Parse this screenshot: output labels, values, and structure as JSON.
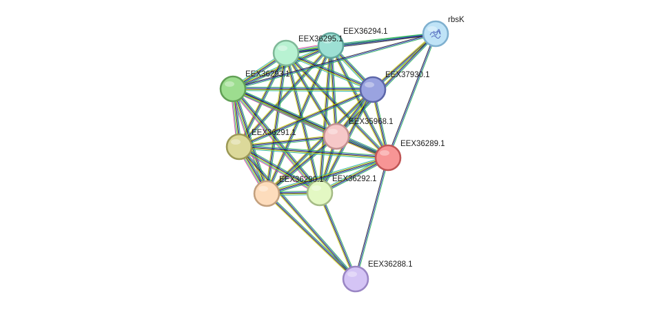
{
  "network": {
    "evidence_colors": [
      "#22b14c",
      "#2a36c8",
      "#1a1a1a",
      "#c8c800",
      "#19b3b3",
      "#e0348c"
    ],
    "nodes": [
      {
        "id": "EEX36294.1",
        "label": "EEX36294.1",
        "fill": "#9de0d4",
        "stroke": "#5fa79c",
        "has_structure": false
      },
      {
        "id": "EEX36295.1",
        "label": "EEX36295.1",
        "fill": "#b8f2d2",
        "stroke": "#7fb898",
        "has_structure": false
      },
      {
        "id": "rbsK",
        "label": "rbsK",
        "fill": "#bfe3f7",
        "stroke": "#7fb0cf",
        "has_structure": true
      },
      {
        "id": "EEX36293.1",
        "label": "EEX36293.1",
        "fill": "#9ddd8f",
        "stroke": "#62a056",
        "has_structure": false
      },
      {
        "id": "EEX37930.1",
        "label": "EEX37930.1",
        "fill": "#9aa3e0",
        "stroke": "#5c66a8",
        "has_structure": false
      },
      {
        "id": "EEX35968.1",
        "label": "EEX35968.1",
        "fill": "#f6c8c8",
        "stroke": "#c49090",
        "has_structure": false
      },
      {
        "id": "EEX36291.1",
        "label": "EEX36291.1",
        "fill": "#dcd99a",
        "stroke": "#9c9956",
        "has_structure": false
      },
      {
        "id": "EEX36289.1",
        "label": "EEX36289.1",
        "fill": "#f79595",
        "stroke": "#c05656",
        "has_structure": false
      },
      {
        "id": "EEX36290.1",
        "label": "EEX36290.1",
        "fill": "#fddcbc",
        "stroke": "#c3a07e",
        "has_structure": false
      },
      {
        "id": "EEX36292.1",
        "label": "EEX36292.1",
        "fill": "#e3f8c3",
        "stroke": "#a5bb86",
        "has_structure": false
      },
      {
        "id": "EEX36288.1",
        "label": "EEX36288.1",
        "fill": "#d4c4f5",
        "stroke": "#9a86c4",
        "has_structure": false
      }
    ],
    "edges": [
      {
        "source": "EEX36294.1",
        "target": "EEX36295.1",
        "evidence": 6
      },
      {
        "source": "EEX36294.1",
        "target": "rbsK",
        "evidence": 3
      },
      {
        "source": "EEX36294.1",
        "target": "EEX36293.1",
        "evidence": 5
      },
      {
        "source": "EEX36294.1",
        "target": "EEX37930.1",
        "evidence": 5
      },
      {
        "source": "EEX36294.1",
        "target": "EEX35968.1",
        "evidence": 4
      },
      {
        "source": "EEX36294.1",
        "target": "EEX36291.1",
        "evidence": 4
      },
      {
        "source": "EEX36294.1",
        "target": "EEX36289.1",
        "evidence": 4
      },
      {
        "source": "EEX36294.1",
        "target": "EEX36290.1",
        "evidence": 4
      },
      {
        "source": "EEX36294.1",
        "target": "EEX36292.1",
        "evidence": 4
      },
      {
        "source": "EEX36295.1",
        "target": "rbsK",
        "evidence": 3
      },
      {
        "source": "EEX36295.1",
        "target": "EEX36293.1",
        "evidence": 5
      },
      {
        "source": "EEX36295.1",
        "target": "EEX37930.1",
        "evidence": 5
      },
      {
        "source": "EEX36295.1",
        "target": "EEX35968.1",
        "evidence": 4
      },
      {
        "source": "EEX36295.1",
        "target": "EEX36291.1",
        "evidence": 4
      },
      {
        "source": "EEX36295.1",
        "target": "EEX36289.1",
        "evidence": 4
      },
      {
        "source": "EEX36295.1",
        "target": "EEX36290.1",
        "evidence": 4
      },
      {
        "source": "EEX36295.1",
        "target": "EEX36292.1",
        "evidence": 4
      },
      {
        "source": "rbsK",
        "target": "EEX36293.1",
        "evidence": 3
      },
      {
        "source": "rbsK",
        "target": "EEX37930.1",
        "evidence": 4
      },
      {
        "source": "rbsK",
        "target": "EEX35968.1",
        "evidence": 4
      },
      {
        "source": "rbsK",
        "target": "EEX36289.1",
        "evidence": 3
      },
      {
        "source": "EEX36293.1",
        "target": "EEX37930.1",
        "evidence": 5
      },
      {
        "source": "EEX36293.1",
        "target": "EEX35968.1",
        "evidence": 5
      },
      {
        "source": "EEX36293.1",
        "target": "EEX36291.1",
        "evidence": 6
      },
      {
        "source": "EEX36293.1",
        "target": "EEX36289.1",
        "evidence": 6
      },
      {
        "source": "EEX36293.1",
        "target": "EEX36290.1",
        "evidence": 6
      },
      {
        "source": "EEX36293.1",
        "target": "EEX36292.1",
        "evidence": 6
      },
      {
        "source": "EEX37930.1",
        "target": "EEX35968.1",
        "evidence": 4
      },
      {
        "source": "EEX37930.1",
        "target": "EEX36291.1",
        "evidence": 4
      },
      {
        "source": "EEX37930.1",
        "target": "EEX36289.1",
        "evidence": 4
      },
      {
        "source": "EEX37930.1",
        "target": "EEX36290.1",
        "evidence": 4
      },
      {
        "source": "EEX37930.1",
        "target": "EEX36292.1",
        "evidence": 4
      },
      {
        "source": "EEX35968.1",
        "target": "EEX36291.1",
        "evidence": 4
      },
      {
        "source": "EEX35968.1",
        "target": "EEX36289.1",
        "evidence": 4
      },
      {
        "source": "EEX35968.1",
        "target": "EEX36290.1",
        "evidence": 4
      },
      {
        "source": "EEX35968.1",
        "target": "EEX36292.1",
        "evidence": 4
      },
      {
        "source": "EEX36291.1",
        "target": "EEX36289.1",
        "evidence": 5
      },
      {
        "source": "EEX36291.1",
        "target": "EEX36290.1",
        "evidence": 6
      },
      {
        "source": "EEX36291.1",
        "target": "EEX36292.1",
        "evidence": 6
      },
      {
        "source": "EEX36291.1",
        "target": "EEX36288.1",
        "evidence": 4
      },
      {
        "source": "EEX36289.1",
        "target": "EEX36290.1",
        "evidence": 5
      },
      {
        "source": "EEX36289.1",
        "target": "EEX36292.1",
        "evidence": 5
      },
      {
        "source": "EEX36289.1",
        "target": "EEX36288.1",
        "evidence": 3
      },
      {
        "source": "EEX36290.1",
        "target": "EEX36292.1",
        "evidence": 5
      },
      {
        "source": "EEX36290.1",
        "target": "EEX36288.1",
        "evidence": 4
      },
      {
        "source": "EEX36292.1",
        "target": "EEX36288.1",
        "evidence": 4
      }
    ]
  }
}
